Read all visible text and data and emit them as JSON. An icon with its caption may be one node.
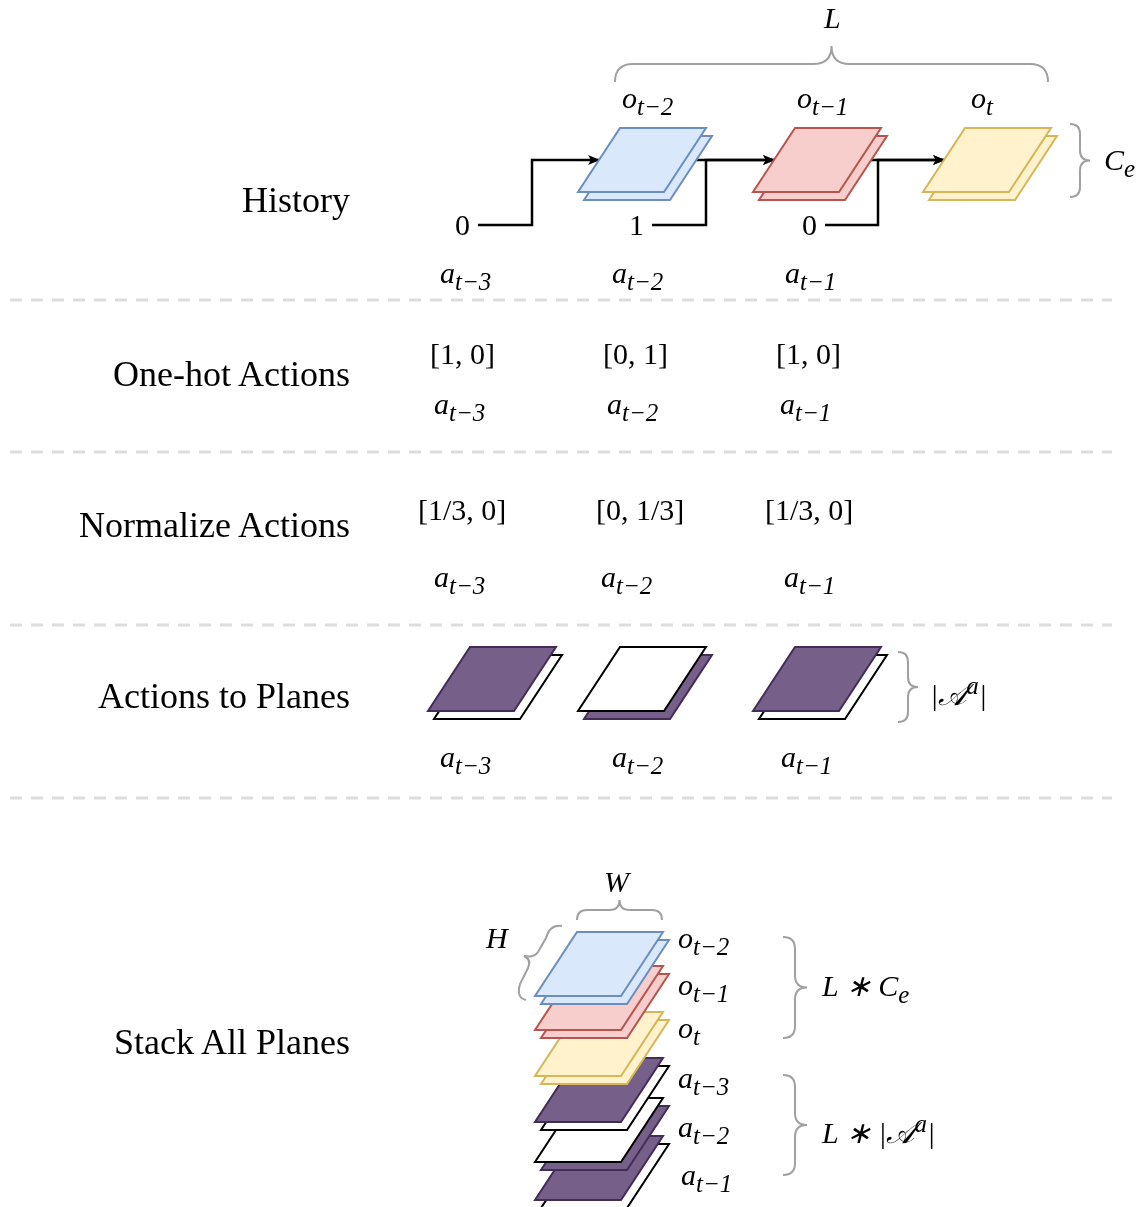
{
  "diagram": {
    "nodes": [
      {
        "text": [
          "0"
        ],
        "beside": [
          "a$_{t−3}$"
        ]
      },
      {
        "text": [
          "o$_{t−2}$"
        ]
      },
      {
        "text": [
          "1"
        ],
        "beside": [
          "a$_{t−2}$"
        ]
      },
      {
        "text": [
          "o$_{t−1}$"
        ]
      },
      {
        "text": [
          "0"
        ],
        "beside": [
          "a$_{t−1}$"
        ]
      },
      {
        "text": [
          "o$_{t}$"
        ]
      },
      {
        "text": [
          "a$_{t−3}$"
        ]
      },
      {
        "text": [
          "a$_{t−2}$"
        ]
      },
      {
        "text": [
          "a$_{t−1}$"
        ]
      },
      {
        "text": [
          "o$_{t−2}$"
        ]
      },
      {
        "text": [
          "o$_{t−1}$"
        ]
      },
      {
        "text": [
          "o$_{t}$"
        ]
      },
      {
        "text": [
          "a$_{t−3}$"
        ]
      },
      {
        "text": [
          "a$_{t−2}$"
        ]
      },
      {
        "text": [
          "a$_{t−1}$"
        ]
      }
    ],
    "edges": [
      {
        "from": 0,
        "to": 1,
        "arrow": "to"
      },
      {
        "from": 1,
        "to": 3,
        "arrow": "to"
      },
      {
        "from": 2,
        "to": 3,
        "arrow": "to"
      },
      {
        "from": 3,
        "to": 5,
        "arrow": "to"
      },
      {
        "from": 4,
        "to": 5,
        "arrow": "to"
      }
    ],
    "labels": [
      "L",
      "C$_{e}$",
      "History",
      "One-hot Actions",
      "[1, 0]",
      "[0, 1]",
      "[1, 0]",
      "a$_{t−3}$",
      "a$_{t−2}$",
      "a$_{t−1}$",
      "Normalize Actions",
      "[1/3, 0]",
      "[0, 1/3]",
      "[1/3, 0]",
      "a$_{t−3}$",
      "a$_{t−2}$",
      "a$_{t−1}$",
      "Actions to Planes",
      "|𝒜$^{a}$|",
      "W",
      "H",
      "Stack All Planes",
      "L ∗ C$_{e}$",
      "L ∗ |𝒜$^{a}$|"
    ]
  }
}
